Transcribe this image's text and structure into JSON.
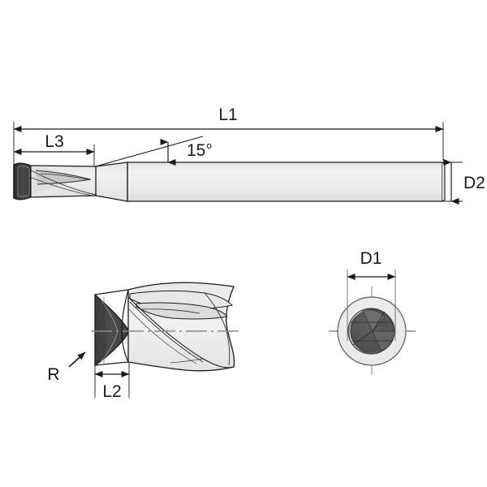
{
  "drawing": {
    "type": "technical-engineering-drawing",
    "subject": "2-flute end mill cutter",
    "background_color": "#ffffff",
    "line_color": "#1a1a1a",
    "views": [
      {
        "name": "side-view",
        "description": "Full side elevation of end mill showing cutting head, tapered neck and cylindrical shank"
      },
      {
        "name": "detail-view",
        "description": "Enlarged detail of the cutting head flutes with break line"
      },
      {
        "name": "end-view",
        "description": "Front circular end view showing flutes and crosshair centerlines"
      }
    ],
    "dimensions": {
      "l1": "L1",
      "l3": "L3",
      "l2": "L2",
      "d1": "D1",
      "d2": "D2",
      "radius": "R",
      "angle": "15°"
    },
    "colors": {
      "body_fill": "#ededed",
      "body_fill_light": "#f1f1f1",
      "tip_dark": "#3c3c3c",
      "tip_mid": "#585858",
      "flute_shade": "#d8d8d8",
      "outline": "#1a1a1a",
      "centerline": "#8c8c8c",
      "end_view_outer": "#ececec",
      "end_view_inner": "#555555"
    }
  }
}
